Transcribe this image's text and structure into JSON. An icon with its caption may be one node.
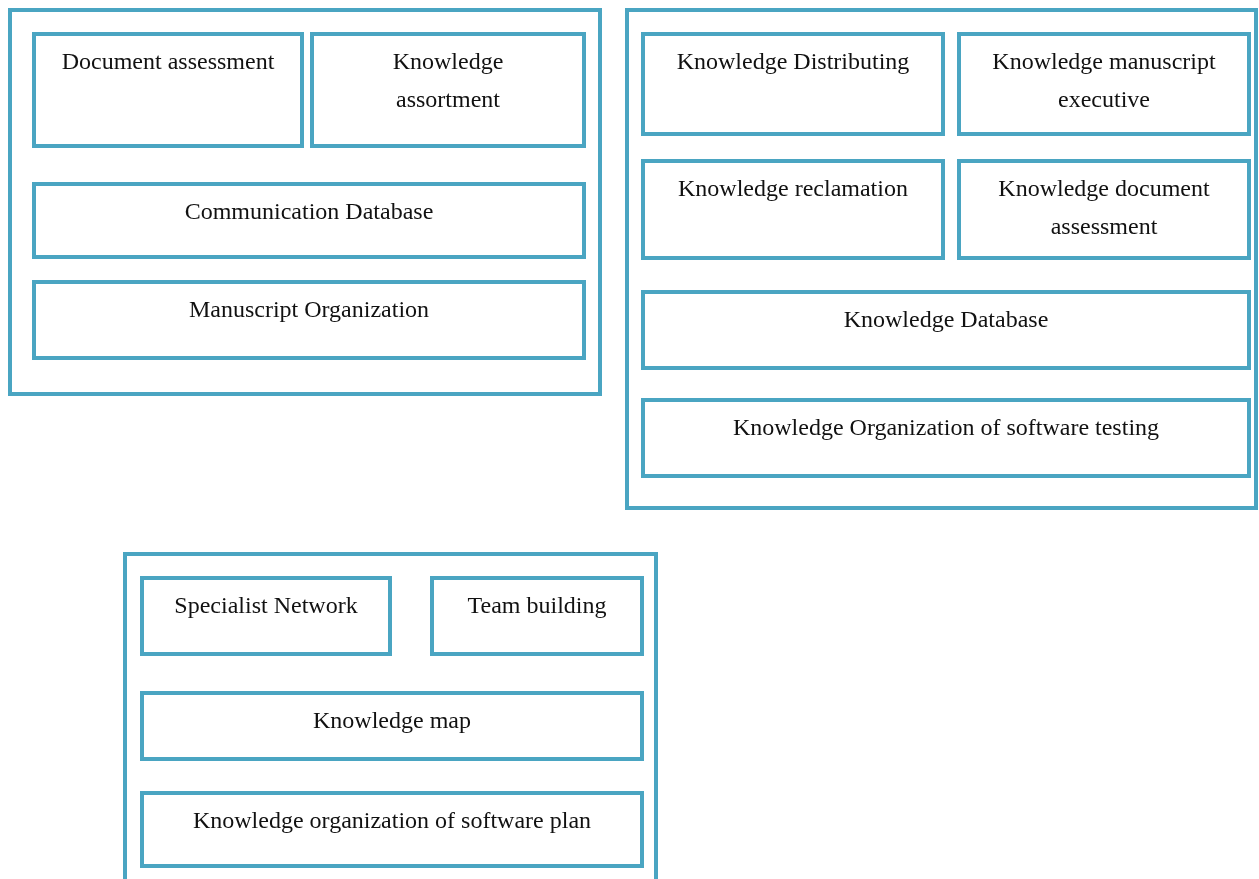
{
  "diagram": {
    "nodes": [
      {
        "text": [],
        "shape": "box"
      },
      {
        "text": [
          "Document assessment"
        ],
        "in": 0
      },
      {
        "text": [
          "Knowledge assortment"
        ],
        "in": 0
      },
      {
        "text": [
          "Communication Database"
        ],
        "in": 0
      },
      {
        "text": [
          "Manuscript Organization"
        ],
        "in": 0
      },
      {
        "text": [],
        "shape": "box"
      },
      {
        "text": [
          "Knowledge Distributing"
        ],
        "in": 5
      },
      {
        "text": [
          "Knowledge manuscript executive"
        ],
        "in": 5
      },
      {
        "text": [
          "Knowledge reclamation"
        ],
        "in": 5
      },
      {
        "text": [
          "Knowledge document assessment"
        ],
        "in": 5
      },
      {
        "text": [
          "Knowledge Database"
        ],
        "in": 5
      },
      {
        "text": [
          "Knowledge Organization of software testing"
        ],
        "in": 5
      },
      {
        "text": [],
        "shape": "box"
      },
      {
        "text": [
          "Specialist Network"
        ],
        "in": 12
      },
      {
        "text": [
          "Team building"
        ],
        "in": 12
      },
      {
        "text": [
          "Knowledge map"
        ],
        "in": 12
      },
      {
        "text": [
          "Knowledge organization of software plan"
        ],
        "in": 12
      }
    ]
  }
}
